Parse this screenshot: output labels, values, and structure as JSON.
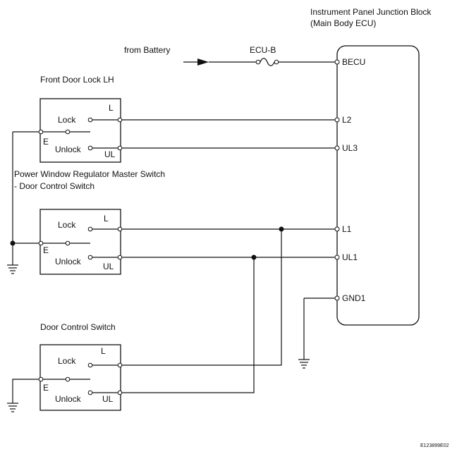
{
  "title_line1": "Instrument Panel Junction Block",
  "title_line2": "(Main Body ECU)",
  "battery_label": "from Battery",
  "fuse_label": "ECU-B",
  "ecu_pins": {
    "becu": "BECU",
    "l2": "L2",
    "ul3": "UL3",
    "l1": "L1",
    "ul1": "UL1",
    "gnd1": "GND1"
  },
  "switch1": {
    "title": "Front Door Lock LH",
    "lock": "Lock",
    "unlock": "Unlock",
    "term_l": "L",
    "term_ul": "UL",
    "term_e": "E"
  },
  "switch2": {
    "title_line1": "Power Window Regulator Master Switch",
    "title_line2": "- Door Control Switch",
    "lock": "Lock",
    "unlock": "Unlock",
    "term_l": "L",
    "term_ul": "UL",
    "term_e": "E"
  },
  "switch3": {
    "title": "Door Control Switch",
    "lock": "Lock",
    "unlock": "Unlock",
    "term_l": "L",
    "term_ul": "UL",
    "term_e": "E"
  },
  "figure_code": "E123899E02"
}
